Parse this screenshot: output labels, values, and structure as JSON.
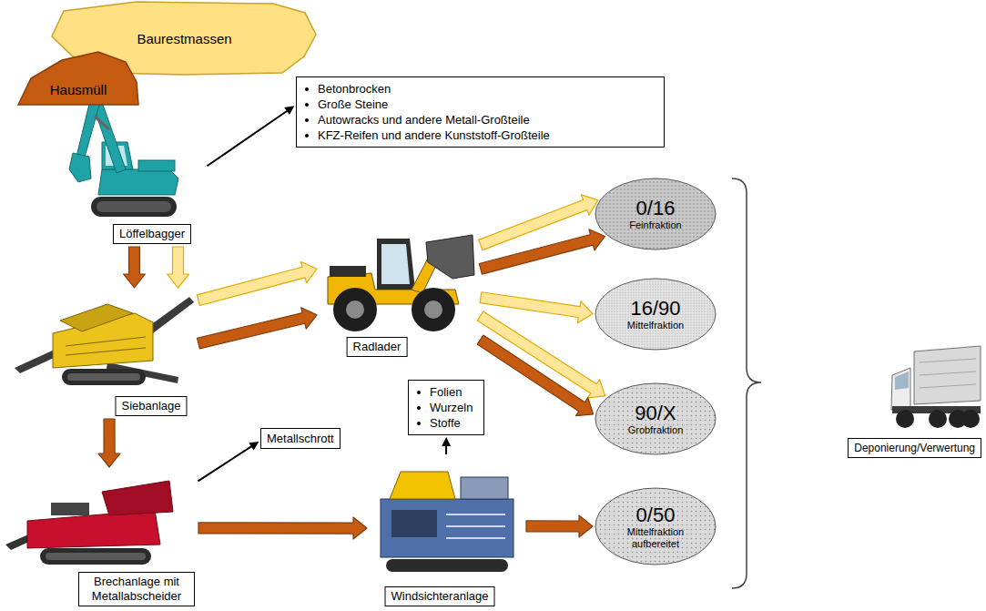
{
  "diagram": {
    "nodes": [
      {
        "text": [
          "Baurestmassen"
        ]
      },
      {
        "text": [
          "Hausmüll"
        ]
      },
      {
        "text": [
          "Löffelbagger"
        ]
      },
      {
        "text": [
          "Betonbrocken",
          "Große Steine",
          "Autowracks und andere Metall-Großteile",
          "KFZ-Reifen und andere Kunststoff-Großteile"
        ]
      },
      {
        "text": [
          "Siebanlage"
        ]
      },
      {
        "text": [
          "Radlader"
        ]
      },
      {
        "text": [
          "0/16",
          "Feinfraktion"
        ]
      },
      {
        "text": [
          "16/90",
          "Mittelfraktion"
        ]
      },
      {
        "text": [
          "90/X",
          "Grobfraktion"
        ]
      },
      {
        "text": [
          "Brechanlage mit Metallabscheider"
        ]
      },
      {
        "text": [
          "Metallschrott"
        ]
      },
      {
        "text": [
          "Folien",
          "Wurzeln",
          "Stoffe"
        ]
      },
      {
        "text": [
          "Windsichteranlage"
        ]
      },
      {
        "text": [
          "0/50",
          "Mittelfraktion aufbereitet"
        ]
      },
      {
        "text": [
          "Deponierung/Verwertung"
        ]
      }
    ],
    "edges": [
      {
        "from": 2,
        "to": 3,
        "arrow": "to"
      },
      {
        "from": 2,
        "to": 4,
        "arrow": "to"
      },
      {
        "from": 2,
        "to": 4,
        "arrow": "to"
      },
      {
        "from": 4,
        "to": 5,
        "arrow": "to"
      },
      {
        "from": 4,
        "to": 5,
        "arrow": "to"
      },
      {
        "from": 5,
        "to": 6,
        "arrow": "to"
      },
      {
        "from": 5,
        "to": 6,
        "arrow": "to"
      },
      {
        "from": 5,
        "to": 7,
        "arrow": "to"
      },
      {
        "from": 5,
        "to": 8,
        "arrow": "to"
      },
      {
        "from": 5,
        "to": 8,
        "arrow": "to"
      },
      {
        "from": 4,
        "to": 9,
        "arrow": "to"
      },
      {
        "from": 9,
        "to": 10,
        "arrow": "to"
      },
      {
        "from": 9,
        "to": 12,
        "arrow": "to"
      },
      {
        "from": 12,
        "to": 11,
        "arrow": "to"
      },
      {
        "from": 12,
        "to": 13,
        "arrow": "to"
      }
    ]
  }
}
